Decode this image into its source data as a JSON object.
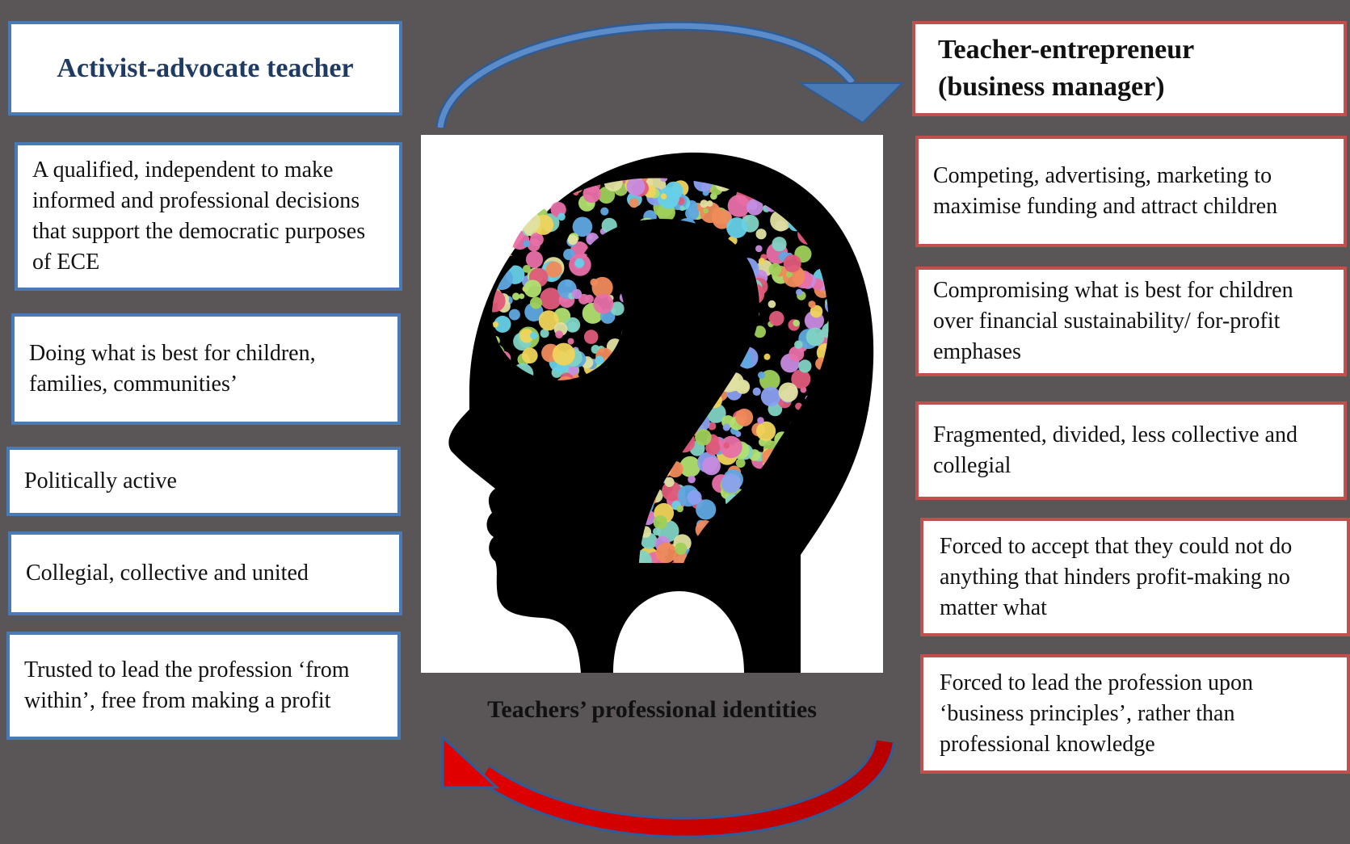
{
  "left": {
    "title": "Activist-advocate teacher",
    "items": [
      "A qualified, independent to make informed and professional decisions that support the democratic purposes of ECE",
      "Doing what is best for children, families, communities’",
      "Politically active",
      "Collegial, collective and united",
      "Trusted to lead the profession ‘from within’, free from making a profit"
    ]
  },
  "right": {
    "title_line1": "Teacher-entrepreneur",
    "title_line2": "(business manager)",
    "items": [
      "Competing, advertising, marketing to maximise funding and attract children",
      "Compromising what is best for children over financial sustainability/ for-profit emphases",
      "Fragmented, divided, less collective and collegial",
      "Forced to accept that they could not do anything that hinders profit-making no matter what",
      "Forced to lead the profession upon ‘business principles’, rather than professional knowledge"
    ]
  },
  "center": {
    "caption": "Teachers’ professional identities",
    "image_icon": "head-silhouette-question-mark-icon"
  },
  "colors": {
    "background": "#5a5557",
    "left_border": "#4a7ab5",
    "right_border": "#c0504d",
    "left_title": "#1f3a63",
    "top_arrow": "#4a7ab5",
    "bottom_arrow": "#e00000"
  }
}
